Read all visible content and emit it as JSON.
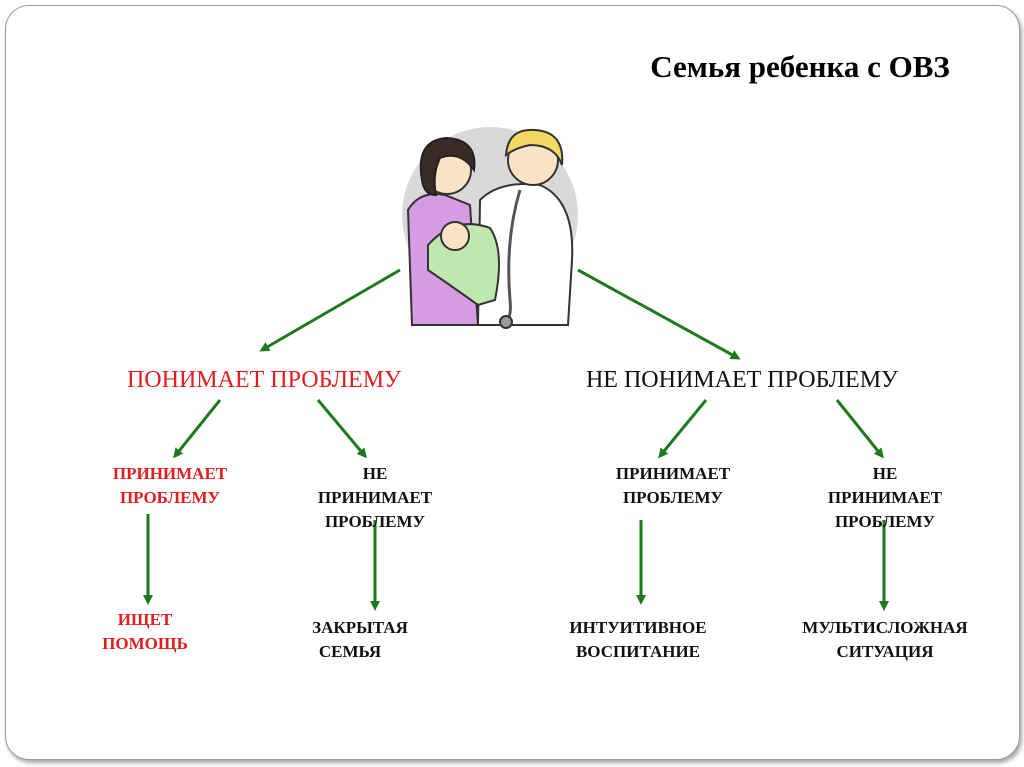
{
  "title": "Семья ребенка с ОВЗ",
  "branches": {
    "left": {
      "label": "ПОНИМАЕТ ПРОБЛЕМУ",
      "children": [
        {
          "label_lines": [
            "ПРИНИМАЕТ",
            "ПРОБЛЕМУ"
          ],
          "result_lines": [
            "ИЩЕТ",
            "ПОМОЩЬ"
          ]
        },
        {
          "label_lines": [
            "НЕ",
            "ПРИНИМАЕТ",
            "ПРОБЛЕМУ"
          ],
          "result_lines": [
            "ЗАКРЫТАЯ",
            "СЕМЬЯ"
          ]
        }
      ]
    },
    "right": {
      "label": "НЕ ПОНИМАЕТ ПРОБЛЕМУ",
      "children": [
        {
          "label_lines": [
            "ПРИНИМАЕТ",
            "ПРОБЛЕМУ"
          ],
          "result_lines": [
            "ИНТУИТИВНОЕ",
            "ВОСПИТАНИЕ"
          ]
        },
        {
          "label_lines": [
            "НЕ",
            "ПРИНИМАЕТ",
            "ПРОБЛЕМУ"
          ],
          "result_lines": [
            "МУЛЬТИСЛОЖНАЯ",
            "СИТУАЦИЯ"
          ]
        }
      ]
    }
  },
  "colors": {
    "highlight": "#e31e1e",
    "text": "#111111",
    "arrow": "#1f7a1f"
  },
  "illustration": "mother-with-baby-and-doctor-icon"
}
